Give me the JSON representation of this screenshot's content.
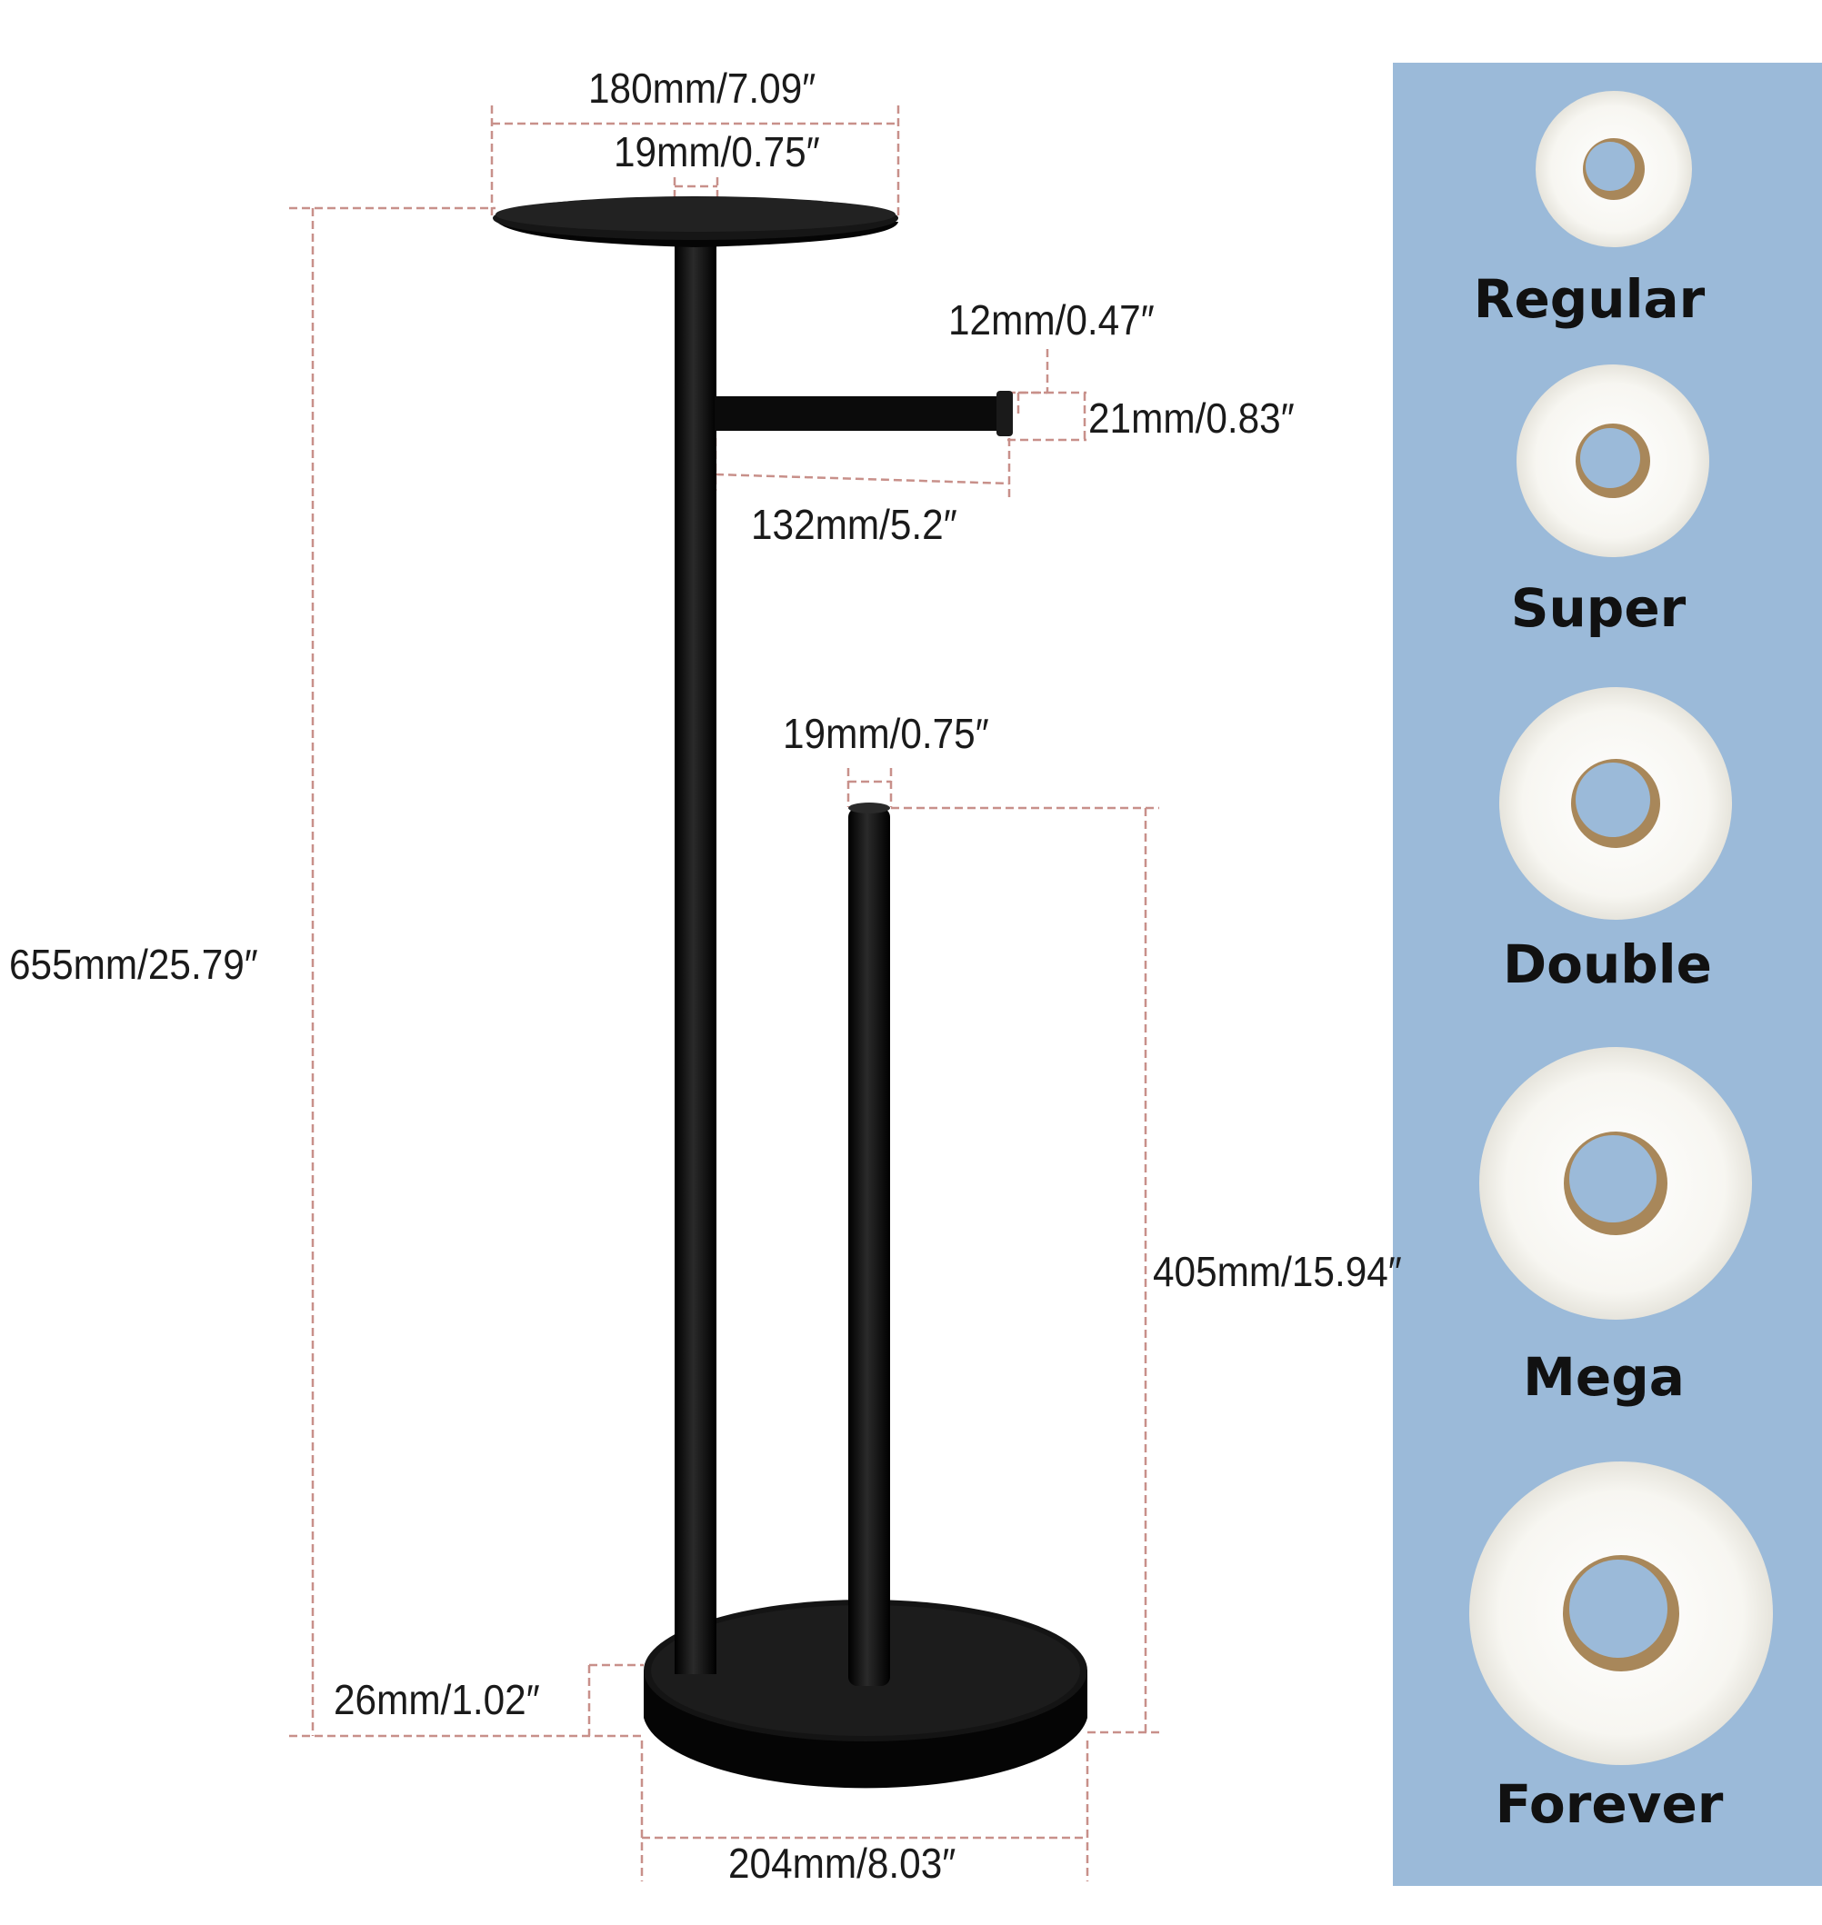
{
  "dimensions": {
    "top_plate_width": "180mm/7.09″",
    "top_rod_diameter": "19mm/0.75″",
    "arm_end_width": "12mm/0.47″",
    "arm_diameter": "21mm/0.83″",
    "arm_length": "132mm/5.2″",
    "right_rod_diameter": "19mm/0.75″",
    "total_height": "655mm/25.79″",
    "right_rod_height": "405mm/15.94″",
    "base_height": "26mm/1.02″",
    "base_diameter": "204mm/8.03″"
  },
  "roll_sizes": [
    {
      "label": "Regular"
    },
    {
      "label": "Super"
    },
    {
      "label": "Double"
    },
    {
      "label": "Mega"
    },
    {
      "label": "Forever"
    }
  ],
  "colors": {
    "panel": "#9bbad9",
    "metal": "#0b0b0b",
    "dimension_line": "#c8908a",
    "roll": "#fbfbf8",
    "core": "#a8875a"
  }
}
